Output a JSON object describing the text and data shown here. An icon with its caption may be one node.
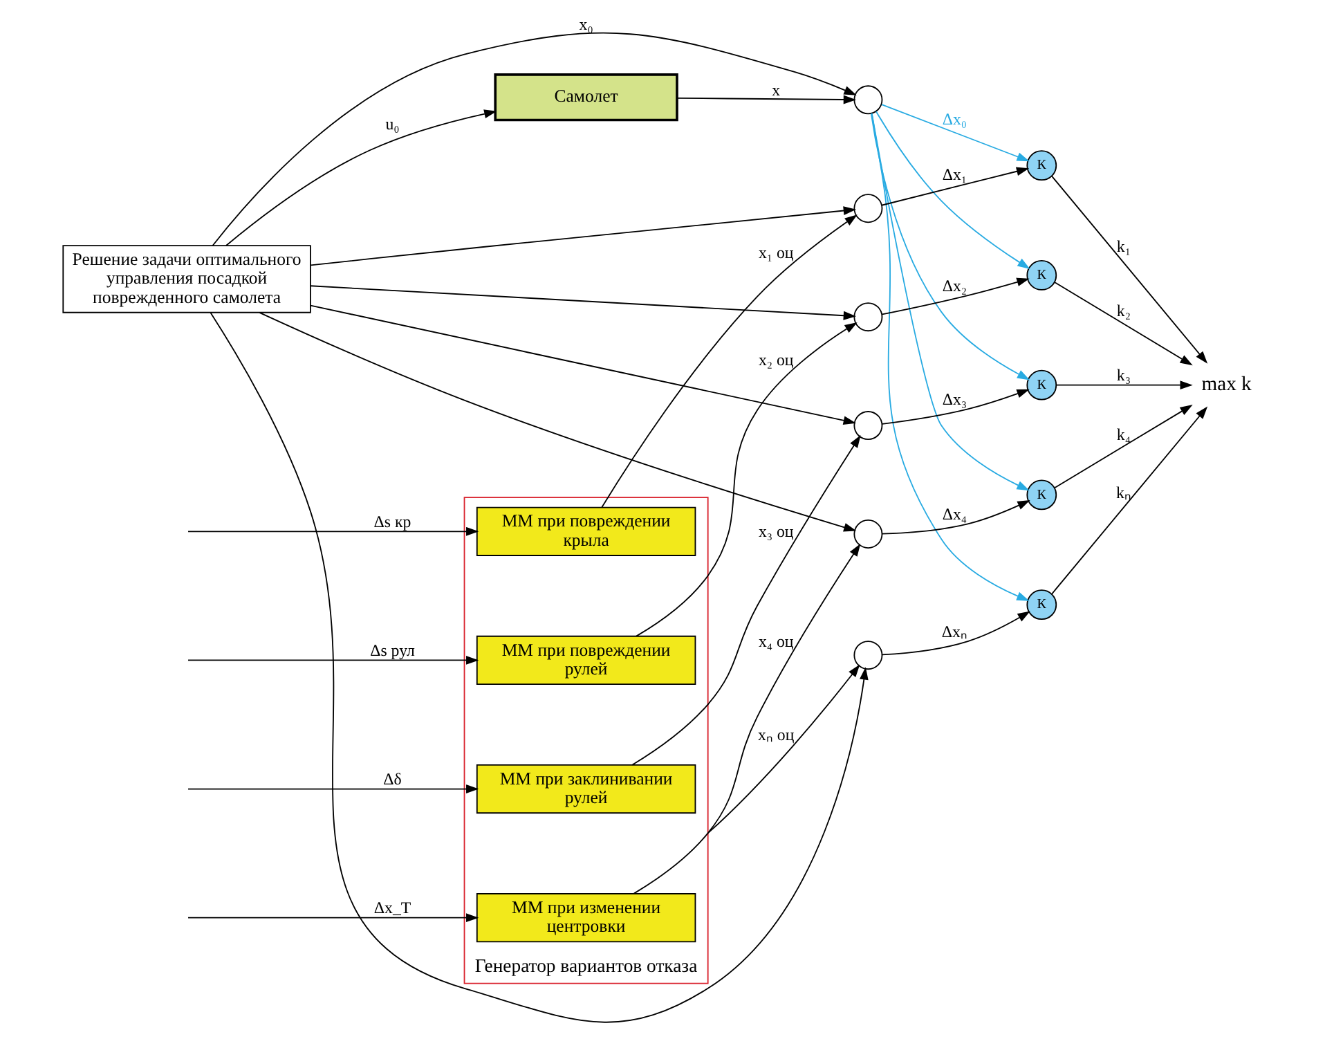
{
  "diagram": {
    "nodes": [
      {
        "text": [
          "Решение задачи оптимального управления посадкой поврежденного самолета"
        ]
      },
      {
        "text": [
          "Самолет"
        ]
      },
      {
        "text": [
          "Генератор вариантов отказа"
        ]
      },
      {
        "text": [
          "ММ при повреждении крыла"
        ],
        "in": 2
      },
      {
        "text": [
          "ММ при повреждении рулей"
        ],
        "in": 2
      },
      {
        "text": [
          "ММ при заклинивании рулей"
        ],
        "in": 2
      },
      {
        "text": [
          "ММ при изменении центровки"
        ],
        "in": 2
      },
      {
        "text": [],
        "shape": "circle"
      },
      {
        "text": [],
        "shape": "circle"
      },
      {
        "text": [],
        "shape": "circle"
      },
      {
        "text": [],
        "shape": "circle"
      },
      {
        "text": [],
        "shape": "circle"
      },
      {
        "text": [],
        "shape": "circle"
      },
      {
        "text": [
          "К"
        ]
      },
      {
        "text": [
          "К"
        ]
      },
      {
        "text": [
          "К"
        ]
      },
      {
        "text": [
          "К"
        ]
      },
      {
        "text": [
          "К"
        ]
      },
      {
        "text": [
          "max k"
        ]
      }
    ],
    "edges": [
      {
        "from": 0,
        "to": 1,
        "arrow": "to",
        "label": "u₀"
      },
      {
        "from": 1,
        "to": 7,
        "arrow": "to",
        "label": "x"
      },
      {
        "from": 0,
        "to": 7,
        "arrow": "to",
        "label": "x₀"
      },
      {
        "from": 0,
        "to": 8,
        "arrow": "to"
      },
      {
        "from": 0,
        "to": 9,
        "arrow": "to"
      },
      {
        "from": 0,
        "to": 10,
        "arrow": "to"
      },
      {
        "from": 0,
        "to": 11,
        "arrow": "to"
      },
      {
        "from": 0,
        "to": 12,
        "arrow": "to"
      },
      {
        "from": null,
        "to": 3,
        "arrow": "to",
        "label": "Δs кр"
      },
      {
        "from": null,
        "to": 4,
        "arrow": "to",
        "label": "Δs рул"
      },
      {
        "from": null,
        "to": 5,
        "arrow": "to",
        "label": "Δδ"
      },
      {
        "from": null,
        "to": 6,
        "arrow": "to",
        "label": "Δx_T"
      },
      {
        "from": 3,
        "to": 8,
        "arrow": "to",
        "label": "x₁ оц"
      },
      {
        "from": 4,
        "to": 9,
        "arrow": "to",
        "label": "x₂ оц"
      },
      {
        "from": 5,
        "to": 10,
        "arrow": "to",
        "label": "x₃ оц"
      },
      {
        "from": 6,
        "to": 11,
        "arrow": "to",
        "label": "x₄ оц"
      },
      {
        "from": 2,
        "to": 12,
        "arrow": "to",
        "label": "xₙ оц"
      },
      {
        "from": 7,
        "to": 13,
        "arrow": "to",
        "color": "#29abe2",
        "label": "Δx₀"
      },
      {
        "from": 7,
        "to": 14,
        "arrow": "to",
        "color": "#29abe2"
      },
      {
        "from": 7,
        "to": 15,
        "arrow": "to",
        "color": "#29abe2"
      },
      {
        "from": 7,
        "to": 16,
        "arrow": "to",
        "color": "#29abe2"
      },
      {
        "from": 7,
        "to": 17,
        "arrow": "to",
        "color": "#29abe2"
      },
      {
        "from": 8,
        "to": 13,
        "arrow": "to",
        "label": "Δx₁"
      },
      {
        "from": 9,
        "to": 14,
        "arrow": "to",
        "label": "Δx₂"
      },
      {
        "from": 10,
        "to": 15,
        "arrow": "to",
        "label": "Δx₃"
      },
      {
        "from": 11,
        "to": 16,
        "arrow": "to",
        "label": "Δx₄"
      },
      {
        "from": 12,
        "to": 17,
        "arrow": "to",
        "label": "Δxₙ"
      },
      {
        "from": 13,
        "to": 18,
        "arrow": "to",
        "label": "k₁"
      },
      {
        "from": 14,
        "to": 18,
        "arrow": "to",
        "label": "k₂"
      },
      {
        "from": 15,
        "to": 18,
        "arrow": "to",
        "label": "k₃"
      },
      {
        "from": 16,
        "to": 18,
        "arrow": "to",
        "label": "k₄"
      },
      {
        "from": 17,
        "to": 18,
        "arrow": "to",
        "label": "kₙ"
      }
    ]
  }
}
